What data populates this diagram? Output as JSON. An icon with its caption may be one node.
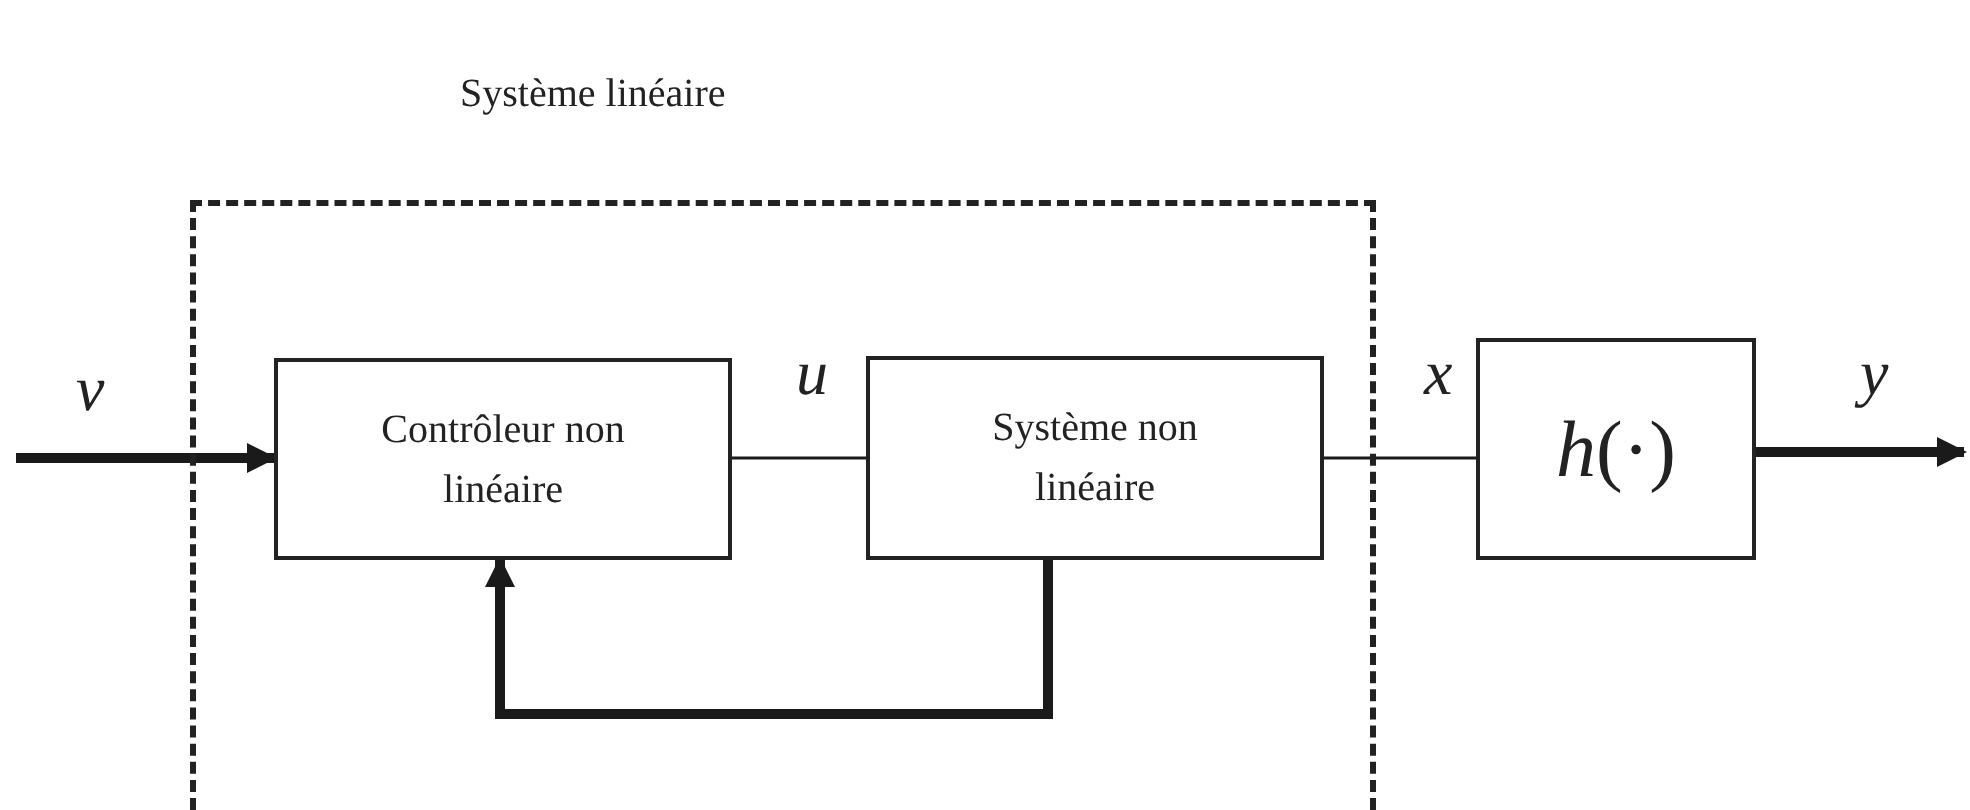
{
  "diagram": {
    "nodes": [
      {
        "text": [
          "Système linéaire"
        ]
      },
      {
        "text": [
          "Contrôleur non linéaire"
        ],
        "in": 0
      },
      {
        "text": [
          "Système non linéaire"
        ],
        "in": 0
      },
      {
        "text": [
          "*h*(·)"
        ]
      }
    ],
    "edges": [
      {
        "from": null,
        "to": 1,
        "arrow": "to",
        "label": "v"
      },
      {
        "from": 1,
        "to": 2,
        "arrow": "none",
        "label": "u"
      },
      {
        "from": 2,
        "to": 1,
        "arrow": "to"
      },
      {
        "from": 2,
        "to": 3,
        "arrow": "none",
        "label": "x"
      },
      {
        "from": 3,
        "to": null,
        "arrow": "to",
        "label": "y"
      }
    ]
  }
}
